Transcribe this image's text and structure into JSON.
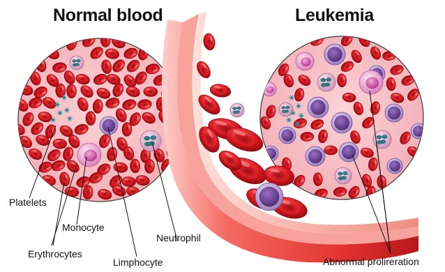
{
  "titles": {
    "left": "Normal blood",
    "right": "Leukemia"
  },
  "labels": {
    "platelets": "Platelets",
    "monocyte": "Monocyte",
    "erythrocytes": "Erythrocytes",
    "limphocyte": "Limphocyte",
    "neutrophil": "Neutrophil",
    "abnormal": "Abnormal prolireration"
  },
  "colors": {
    "rbc": "#c8121c",
    "rbc_light": "#ea4a4a",
    "plasma": "#f7c0c4",
    "vessel": "#e03a38",
    "lymphocyte": "#a78ac6",
    "monocyte": "#e9a3cf",
    "neutrophil_nucleus": "#2f7d86",
    "platelet": "#4a9aa8"
  }
}
